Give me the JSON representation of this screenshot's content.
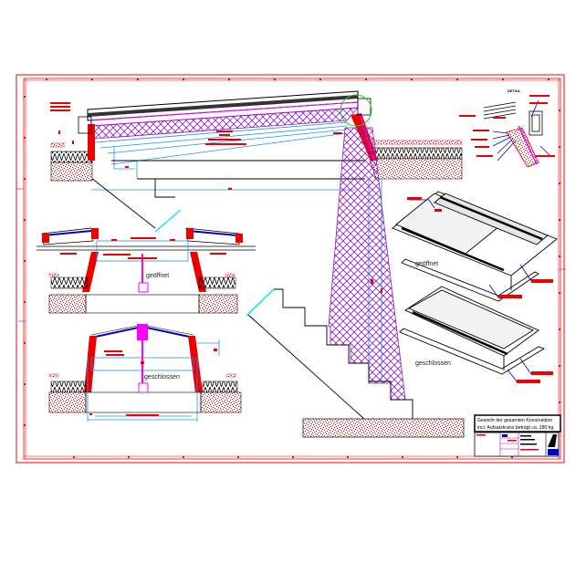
{
  "drawing": {
    "labels": {
      "open_state": "geöffnet",
      "closed_state": "geschlossen",
      "iso_open": "geöffnet",
      "iso_closed": "geschlossen",
      "detail_title": "DETAIL"
    },
    "note": {
      "line1": "Gewicht der gesamten Konstruktion",
      "line2": "incl. Aufsatzkranz beträgt ca. 280 kg"
    },
    "colors": {
      "frame": "#ff0000",
      "dimension": "#1e90ff",
      "hatch": "#8000c0",
      "magenta": "#ff00ff",
      "blue": "#0000cc",
      "cyan": "#00e0ff",
      "highlight": "#00cc00",
      "line": "#000000"
    }
  }
}
